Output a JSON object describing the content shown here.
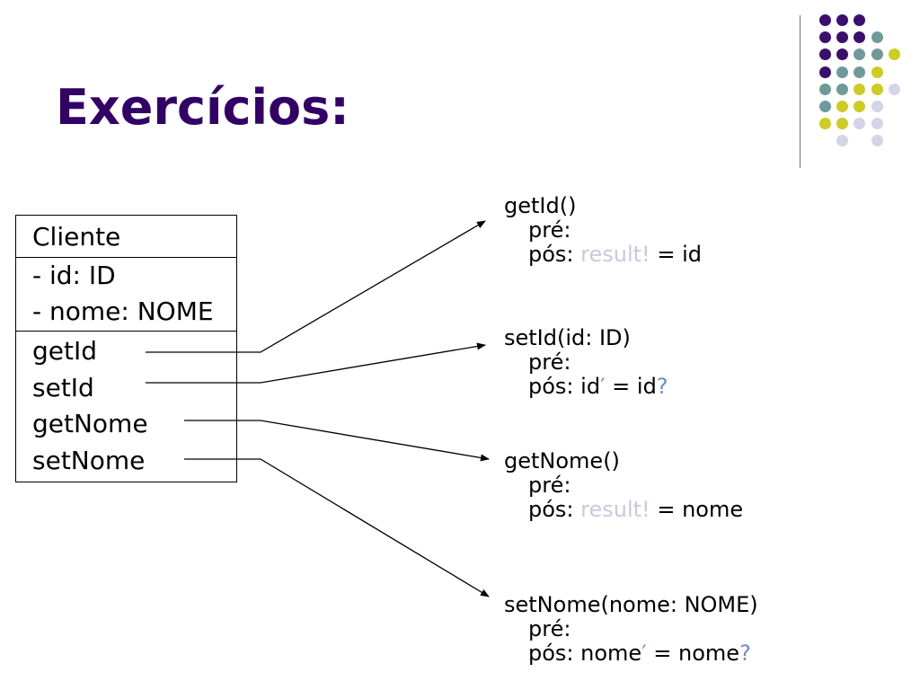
{
  "slide": {
    "title": "Exercícios:"
  },
  "colors": {
    "title": "#330066",
    "dot_purple": "#3a0f6e",
    "dot_teal": "#6f9a9a",
    "dot_yellow": "#cccc22",
    "dot_lavender": "#d4d4e8",
    "ghost_text": "#c8c8e0",
    "accent_text": "#6a8ccc"
  },
  "class_box": {
    "name": "Cliente",
    "attributes": [
      "- id: ID",
      "- nome: NOME"
    ],
    "operations": [
      "getId",
      "setId",
      "getNome",
      "setNome"
    ]
  },
  "specs": [
    {
      "signature": "getId()",
      "pre_label": "pré:",
      "pos_label": "pós:",
      "pos_ghost": "result!",
      "pos_rest": "= id",
      "pos_accent": ""
    },
    {
      "signature": "setId(id: ID)",
      "pre_label": "pré:",
      "pos_label": "pós:",
      "pos_var": "id",
      "pos_prime": "′",
      "pos_eq": "= id",
      "pos_q": "?"
    },
    {
      "signature": "getNome()",
      "pre_label": "pré:",
      "pos_label": "pós:",
      "pos_ghost": "result!",
      "pos_rest": "= nome"
    },
    {
      "signature": "setNome(nome: NOME)",
      "pre_label": "pré:",
      "pos_label": "pós:",
      "pos_var": "nome",
      "pos_prime": "′",
      "pos_eq": "= nome",
      "pos_q": "?"
    }
  ],
  "decoration": {
    "dot_grid": [
      [
        "purple",
        "purple",
        "purple",
        "none",
        "none"
      ],
      [
        "purple",
        "purple",
        "purple",
        "teal",
        "none"
      ],
      [
        "purple",
        "purple",
        "teal",
        "teal",
        "yellow"
      ],
      [
        "purple",
        "teal",
        "teal",
        "yellow",
        "none"
      ],
      [
        "teal",
        "teal",
        "yellow",
        "yellow",
        "lavender"
      ],
      [
        "teal",
        "yellow",
        "yellow",
        "lavender",
        "none"
      ],
      [
        "yellow",
        "yellow",
        "lavender",
        "lavender",
        "none"
      ],
      [
        "none",
        "lavender",
        "none",
        "lavender",
        "none"
      ]
    ]
  }
}
